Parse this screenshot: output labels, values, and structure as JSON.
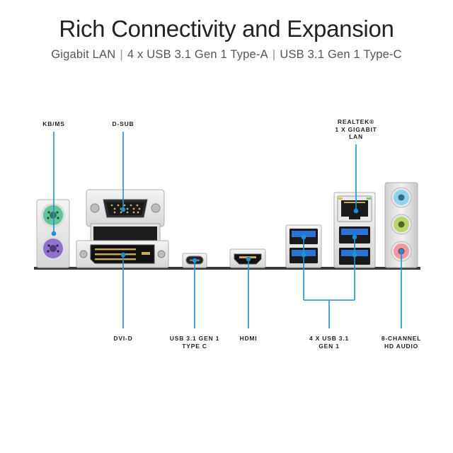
{
  "header": {
    "title": "Rich Connectivity and Expansion",
    "features": [
      "Gigabit LAN",
      "4 x USB 3.1 Gen 1 Type-A",
      "USB 3.1 Gen 1 Type-C"
    ],
    "separator": "|"
  },
  "labels": {
    "kbms": "KB/MS",
    "dsub": "D-SUB",
    "lan_line1": "REALTEK®",
    "lan_line2": "1 X GIGABIT",
    "lan_line3": "LAN",
    "dvid": "DVI-D",
    "typec_line1": "USB 3.1 GEN 1",
    "typec_line2": "TYPE C",
    "hdmi": "HDMI",
    "usb_line1": "4 X USB 3.1",
    "usb_line2": "GEN 1",
    "audio_line1": "8-CHANNEL",
    "audio_line2": "HD AUDIO"
  },
  "colors": {
    "callout_line": "#1f8fd6",
    "ps2_keyboard": "#8f72c8",
    "ps2_mouse": "#62c59a",
    "usb_blue": "#2b72d6",
    "audio_blue": "#8fd3ee",
    "audio_green": "#b9d66a",
    "audio_pink": "#ee9aa3"
  }
}
